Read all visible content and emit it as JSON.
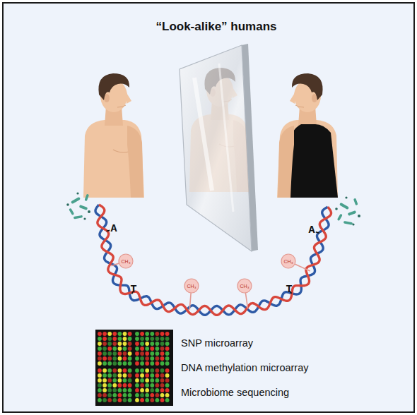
{
  "diagram": {
    "title": "“Look-alike” humans",
    "nodes": [
      {
        "text": [
          "CH₃"
        ]
      },
      {
        "text": [
          "CH₃"
        ]
      },
      {
        "text": [
          "CH₃"
        ]
      },
      {
        "text": [
          "CH₃"
        ]
      }
    ],
    "labels": [
      "A",
      "A",
      "T",
      "T",
      "SNP microarray",
      "DNA methylation microarray",
      "Microbiome sequencing"
    ]
  }
}
